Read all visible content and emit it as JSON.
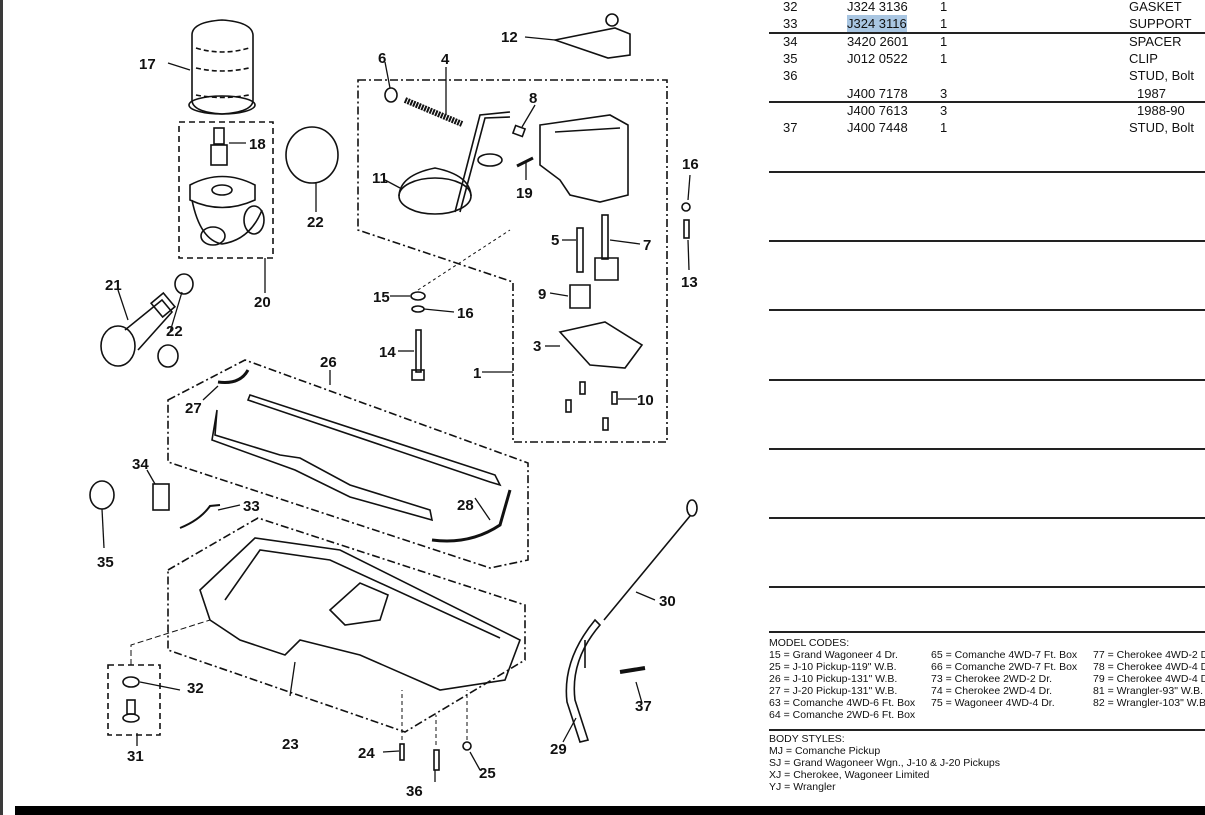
{
  "diagram": {
    "callouts": [
      "17",
      "18",
      "20",
      "22",
      "21",
      "22",
      "6",
      "4",
      "12",
      "8",
      "11",
      "19",
      "16",
      "13",
      "5",
      "7",
      "9",
      "3",
      "15",
      "16",
      "14",
      "1",
      "10",
      "26",
      "27",
      "28",
      "34",
      "35",
      "33",
      "23",
      "32",
      "31",
      "24",
      "36",
      "25",
      "30",
      "29",
      "37"
    ]
  },
  "parts_table": {
    "rows": [
      {
        "item": "32",
        "part": "J324 3136",
        "qty": "1",
        "desc": "GASKET"
      },
      {
        "item": "33",
        "part": "J324 3116",
        "qty": "1",
        "desc": "SUPPORT",
        "selected": true
      },
      {
        "item": "34",
        "part": "3420 2601",
        "qty": "1",
        "desc": "SPACER"
      },
      {
        "item": "35",
        "part": "J012 0522",
        "qty": "1",
        "desc": "CLIP"
      },
      {
        "item": "36",
        "part": "",
        "qty": "",
        "desc": "STUD, Bolt"
      },
      {
        "item": "",
        "part": "J400 7178",
        "qty": "3",
        "desc": "1987"
      },
      {
        "item": "",
        "part": "J400 7613",
        "qty": "3",
        "desc": "1988-90"
      },
      {
        "item": "37",
        "part": "J400 7448",
        "qty": "1",
        "desc": "STUD, Bolt"
      }
    ]
  },
  "model_codes": {
    "heading": "MODEL CODES:",
    "col1": [
      "15 = Grand Wagoneer 4 Dr.",
      "25 = J-10 Pickup-119\" W.B.",
      "26 = J-10 Pickup-131\" W.B.",
      "27 = J-20 Pickup-131\" W.B.",
      "63 = Comanche 4WD-6 Ft. Box",
      "64 = Comanche 2WD-6 Ft. Box"
    ],
    "col2": [
      "65 = Comanche 4WD-7 Ft. Box",
      "66 = Comanche 2WD-7 Ft. Box",
      "73 = Cherokee 2WD-2 Dr.",
      "74 = Cherokee 2WD-4 Dr.",
      "75 = Wagoneer 4WD-4 Dr."
    ],
    "col3": [
      "77 = Cherokee 4WD-2 D",
      "78 = Cherokee 4WD-4 D",
      "79 = Cherokee 4WD-4 D",
      "81 = Wrangler-93\" W.B.",
      "82 = Wrangler-103\" W.B."
    ]
  },
  "body_styles": {
    "heading": "BODY STYLES:",
    "items": [
      "MJ = Comanche Pickup",
      "SJ = Grand Wagoneer Wgn., J-10 & J-20 Pickups",
      "XJ = Cherokee, Wagoneer Limited",
      "YJ = Wrangler"
    ]
  }
}
